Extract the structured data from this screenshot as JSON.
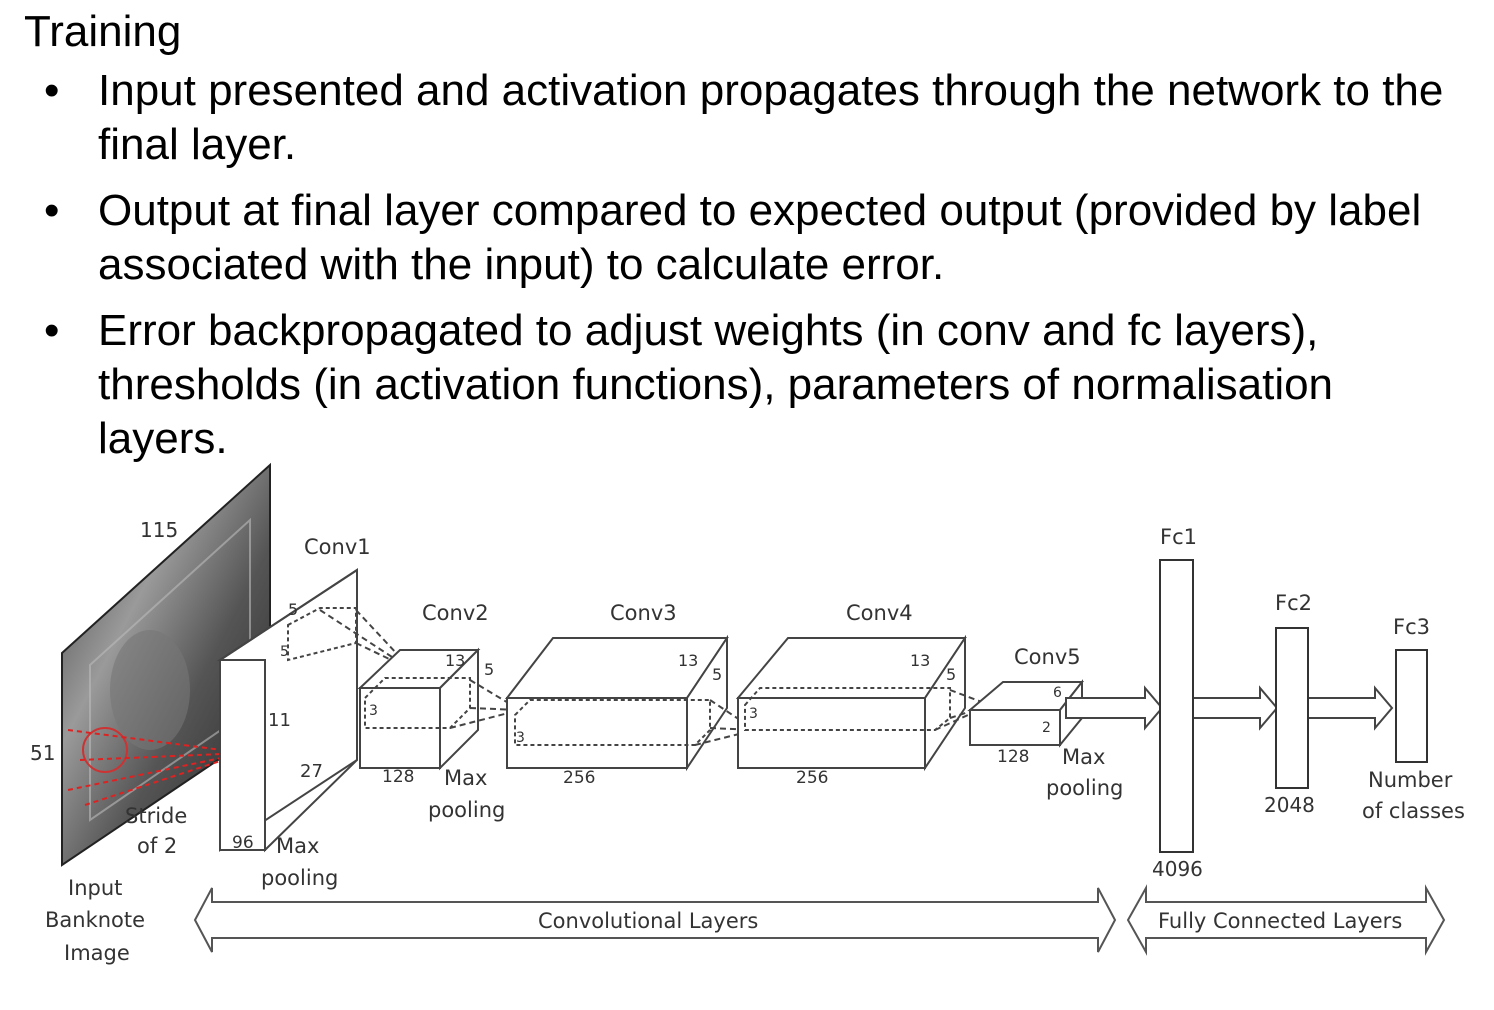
{
  "slide": {
    "title": "Training",
    "bullets": [
      "Input presented and activation propagates through the network to the final layer.",
      "Output at final layer compared to expected output (provided by label associated with the input) to calculate error.",
      "Error backpropagated to adjust weights (in conv and fc layers), thresholds (in activation functions), parameters of normalisation layers."
    ]
  },
  "diagram": {
    "input": {
      "width_label": "115",
      "height_label": "51",
      "stride_line1": "Stride",
      "stride_line2": "of 2",
      "caption_line1": "Input",
      "caption_line2": "Banknote",
      "caption_line3": "Image",
      "image_alt": "banknote"
    },
    "conv1": {
      "name": "Conv1",
      "depth": "96",
      "size": "27",
      "height": "11",
      "kernel": "5",
      "kernel_h": "5",
      "pool_line1": "Max",
      "pool_line2": "pooling"
    },
    "conv2": {
      "name": "Conv2",
      "depth": "128",
      "size": "13",
      "kernel": "5",
      "kernel_h": "3",
      "pool_line1": "Max",
      "pool_line2": "pooling"
    },
    "conv3": {
      "name": "Conv3",
      "depth": "256",
      "size": "13",
      "kernel": "5",
      "kernel_h": "3"
    },
    "conv4": {
      "name": "Conv4",
      "depth": "256",
      "size": "13",
      "kernel": "5",
      "kernel_h": "3"
    },
    "conv5": {
      "name": "Conv5",
      "depth": "128",
      "size": "6",
      "height": "2",
      "pool_line1": "Max",
      "pool_line2": "pooling"
    },
    "fc1": {
      "name": "Fc1",
      "units": "4096"
    },
    "fc2": {
      "name": "Fc2",
      "units": "2048"
    },
    "fc3": {
      "name": "Fc3",
      "units_line1": "Number",
      "units_line2": "of classes"
    },
    "groups": {
      "conv": "Convolutional Layers",
      "fc": "Fully Connected Layers"
    }
  }
}
